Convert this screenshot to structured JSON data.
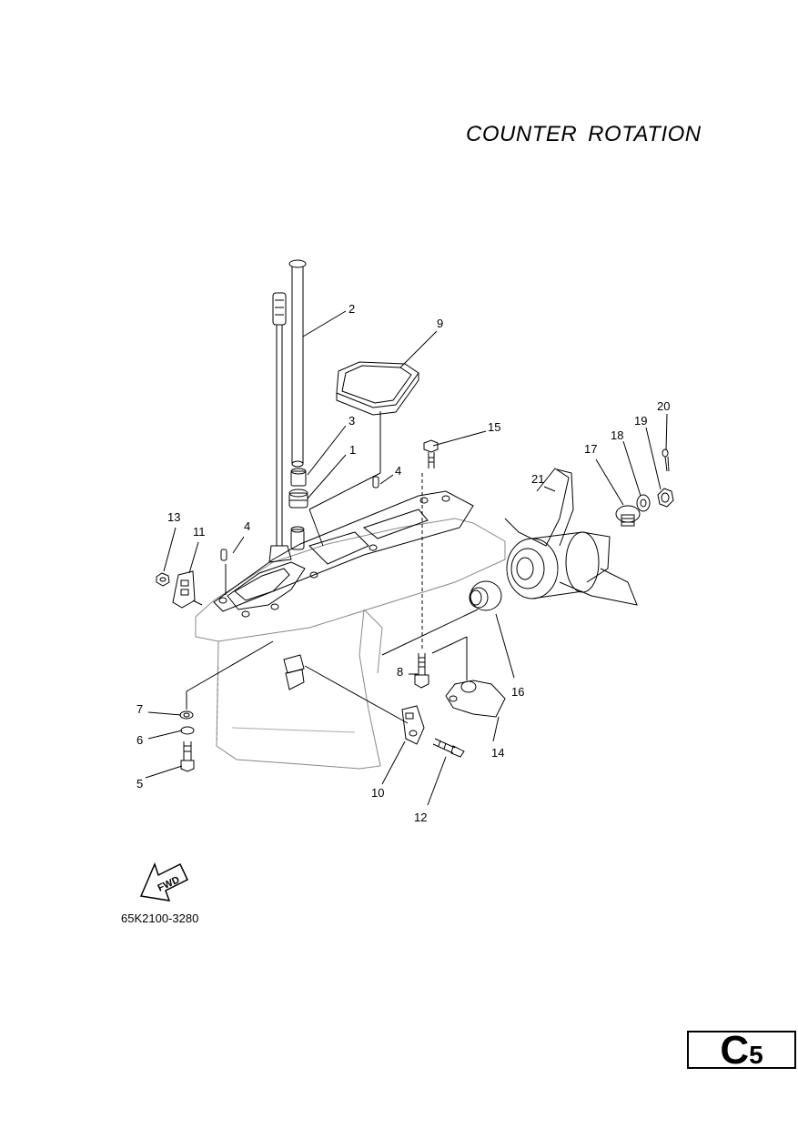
{
  "title": {
    "word1": "COUNTER",
    "word2": "ROTATION"
  },
  "callouts": {
    "p1": "1",
    "p2": "2",
    "p3": "3",
    "p4a": "4",
    "p4b": "4",
    "p5": "5",
    "p6": "6",
    "p7": "7",
    "p8": "8",
    "p9": "9",
    "p10": "10",
    "p11": "11",
    "p12": "12",
    "p13": "13",
    "p14": "14",
    "p15": "15",
    "p16": "16",
    "p17": "17",
    "p18": "18",
    "p19": "19",
    "p20": "20",
    "p21": "21"
  },
  "fwd_label": "FWD",
  "part_number": "65K2100-3280",
  "page": {
    "letter": "C",
    "number": "5"
  }
}
